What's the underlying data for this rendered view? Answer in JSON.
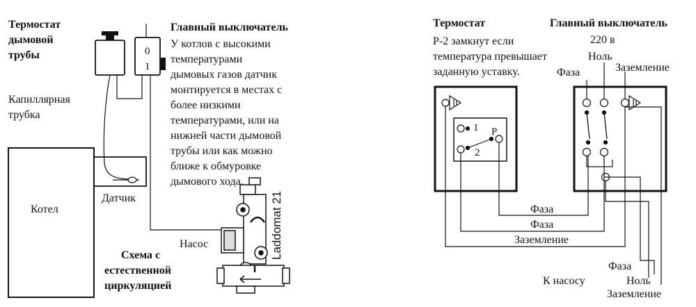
{
  "left": {
    "flue_thermostat": [
      "Термостат",
      "дымовой",
      "трубы"
    ],
    "capillary": [
      "Капиллярная",
      "трубка"
    ],
    "boiler": "Котел",
    "sensor": "Датчик",
    "main_switch_title": "Главный выключатель",
    "switch_off": "0",
    "switch_on": "1",
    "description": [
      "У котлов с высокими",
      "температурами",
      "дымовых газов датчик",
      "монтируется в местах с",
      "более низкими",
      "температурами, или на",
      "нижней части дымовой",
      "трубы или как можно",
      "ближе к обмуровке",
      "дымового хода."
    ],
    "pump": "Насос",
    "scheme_caption": [
      "Схема с",
      "естественной",
      "циркуляцией"
    ],
    "brand": "Laddomat 21"
  },
  "right": {
    "thermostat_title": "Термостат",
    "thermostat_note": [
      "Р-2 замкнут если",
      "температура превышает",
      "заданную уставку."
    ],
    "main_switch_title": "Главный выключатель",
    "voltage": "220 в",
    "neutral": "Ноль",
    "phase": "Фаза",
    "ground": "Заземление",
    "contact_1": "1",
    "contact_2": "2",
    "contact_p": "P",
    "wire_phase_1": "Фаза",
    "wire_phase_2": "Фаза",
    "wire_ground": "Заземление",
    "to_pump": "К насосу",
    "out_phase": "Фаза",
    "out_neutral": "Ноль",
    "out_ground": "Заземление"
  }
}
